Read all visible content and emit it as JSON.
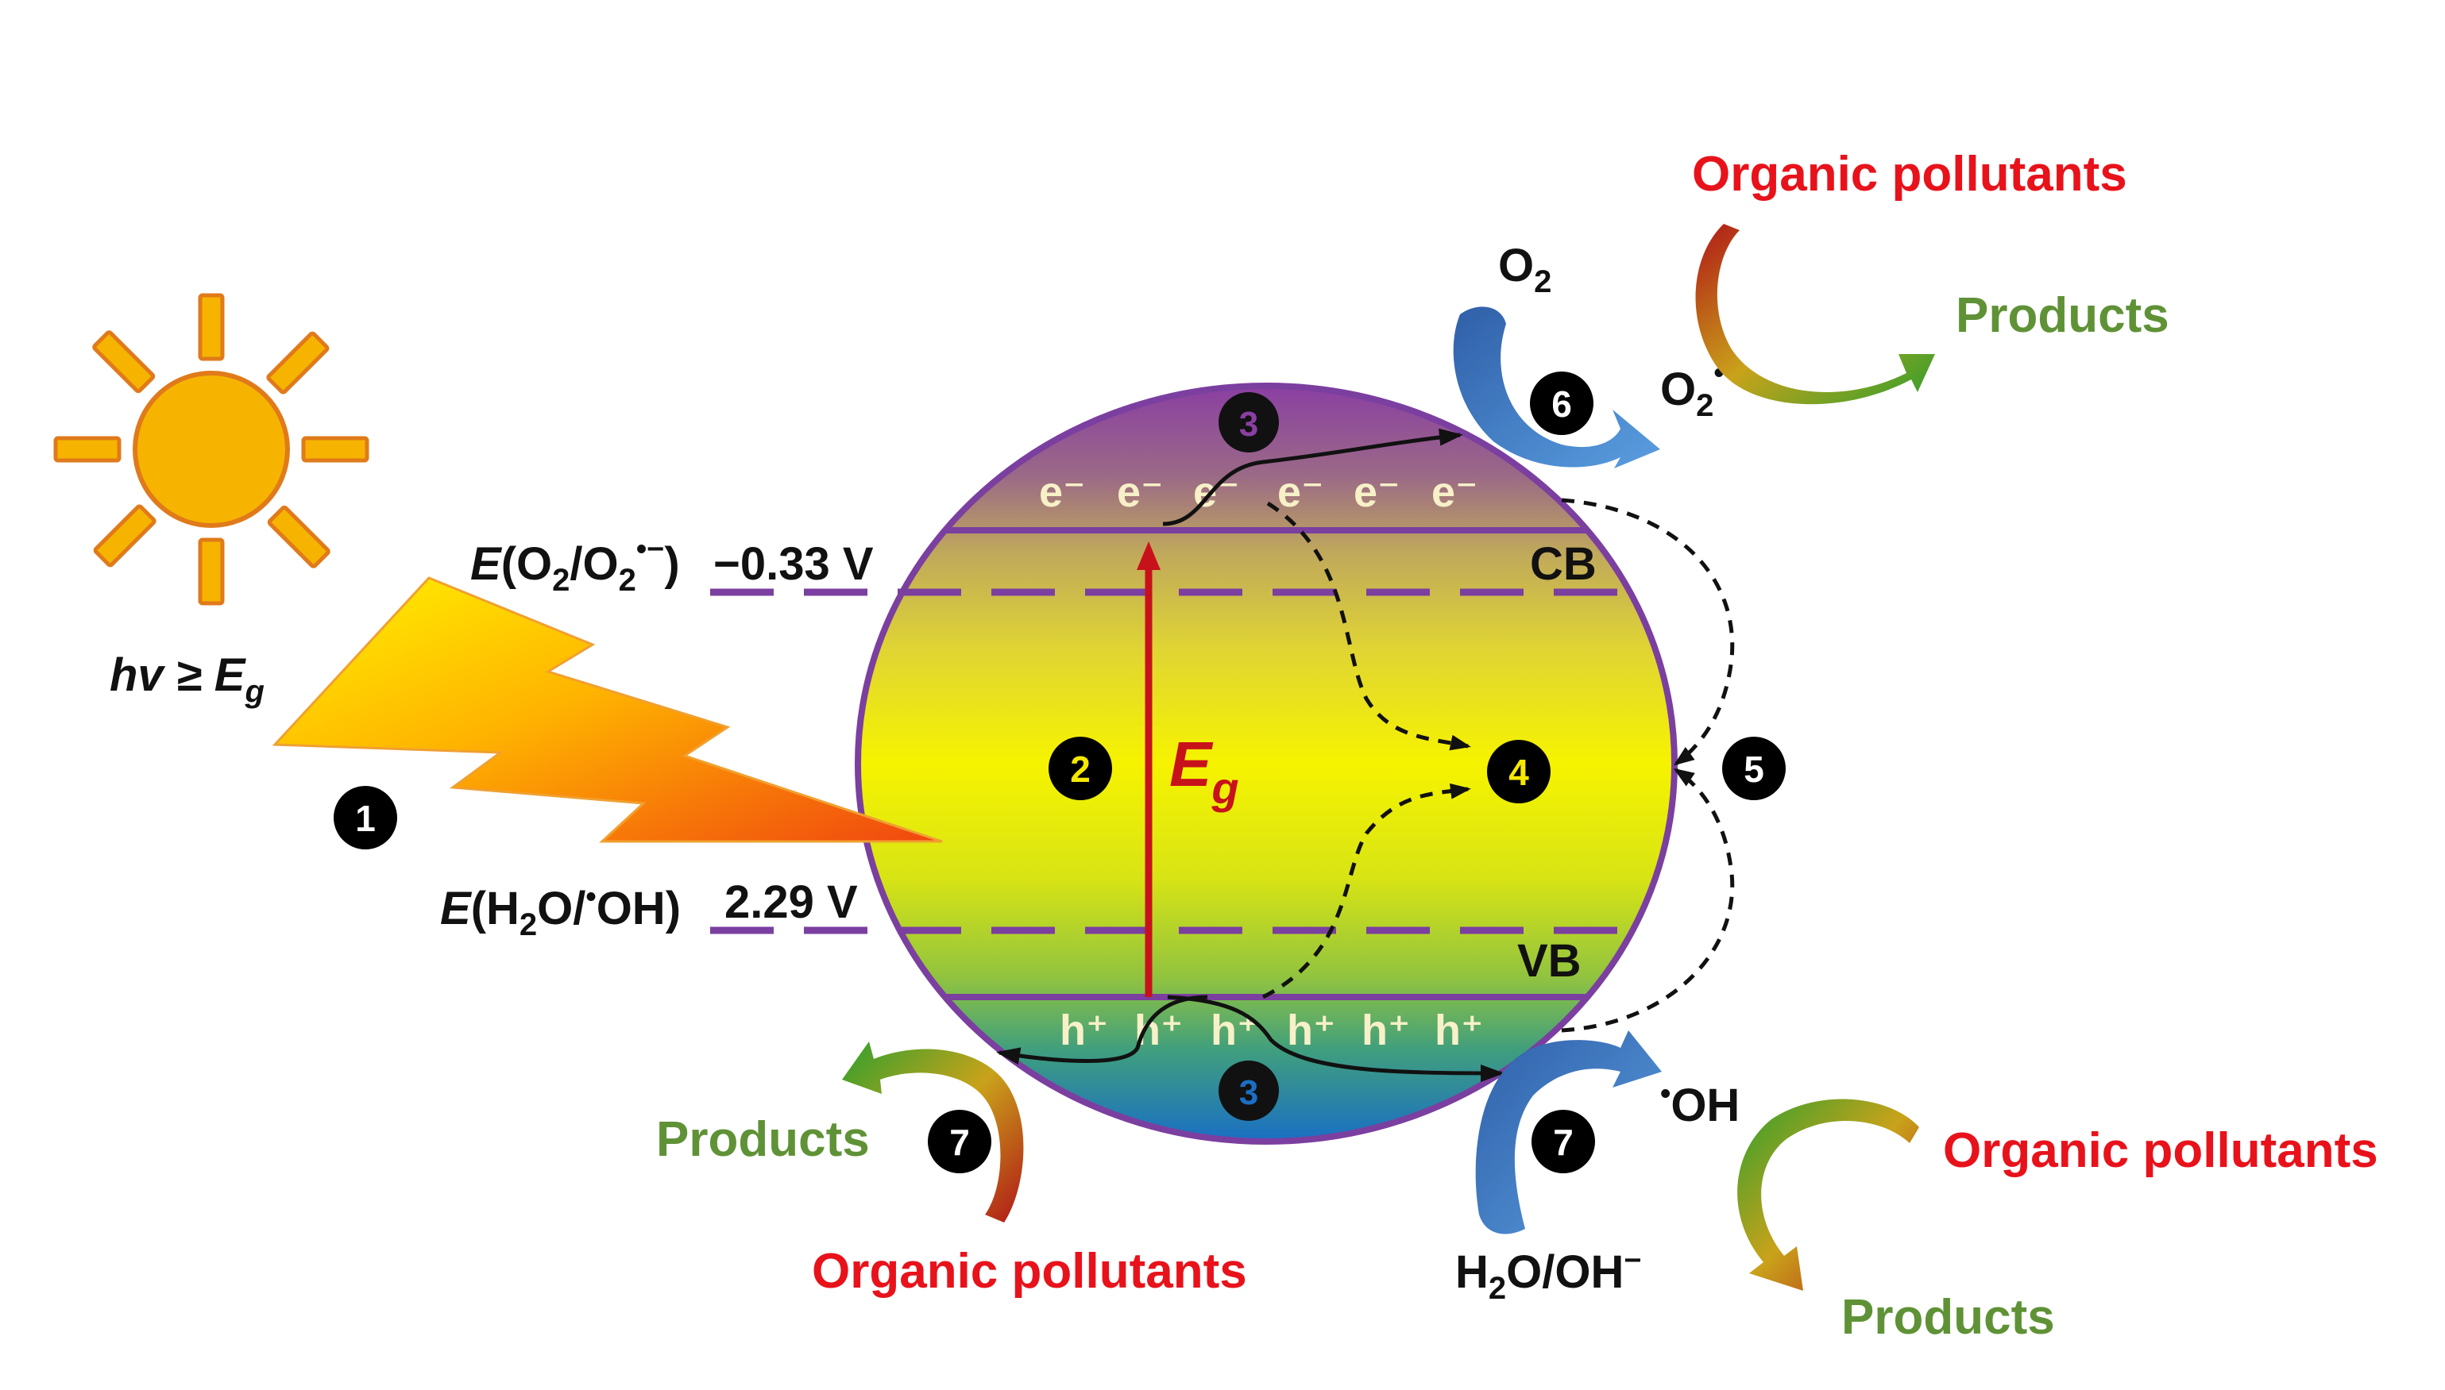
{
  "illumination": {
    "label_prefix": "hv ≥ E",
    "label_sub": "g"
  },
  "potentials": {
    "o2": {
      "label_e": "E",
      "label_open": "(O",
      "label_sub1": "2",
      "label_mid": "/O",
      "label_sub2": "2",
      "label_sup": "•−",
      "label_close": ")",
      "value": "−0.33 V"
    },
    "oh": {
      "label_e": "E",
      "label_open": "(H",
      "label_sub1": "2",
      "label_mid": "O/",
      "label_sup": "•",
      "label_close": "OH)",
      "value": "2.29 V"
    }
  },
  "bands": {
    "cb": "CB",
    "vb": "VB",
    "gap_main": "E",
    "gap_sub": "g"
  },
  "carriers": {
    "electrons": [
      "e⁻",
      "e⁻",
      "e⁻",
      "e⁻",
      "e⁻",
      "e⁻"
    ],
    "holes": [
      "h⁺",
      "h⁺",
      "h⁺",
      "h⁺",
      "h⁺",
      "h⁺"
    ]
  },
  "steps": [
    "1",
    "2",
    "3",
    "3",
    "4",
    "5",
    "6",
    "7",
    "7"
  ],
  "species": {
    "o2_main": "O",
    "o2_sub": "2",
    "superoxide_main": "O",
    "superoxide_sub": "2",
    "superoxide_sup": "•−",
    "hydroxyl_sup": "•",
    "hydroxyl_main": "OH",
    "water_main": "H",
    "water_sub": "2",
    "water_rest": "O/OH",
    "water_sup": "−"
  },
  "reactions": {
    "top_right": {
      "reactant": "Organic pollutants",
      "product": "Products"
    },
    "bottom_right": {
      "reactant": "Organic pollutants",
      "product": "Products"
    },
    "bottom_left": {
      "reactant": "Organic pollutants",
      "product": "Products"
    }
  },
  "colors": {
    "sun": "#f6b400",
    "sun_rays": "#f6b400",
    "sun_outline": "#e07a1a",
    "band_line": "#7b3fa0",
    "gap_arrow": "#c8121b",
    "pollutant_text": "#e8121b",
    "product_text": "#5f9236",
    "step_badge": "#000000"
  }
}
